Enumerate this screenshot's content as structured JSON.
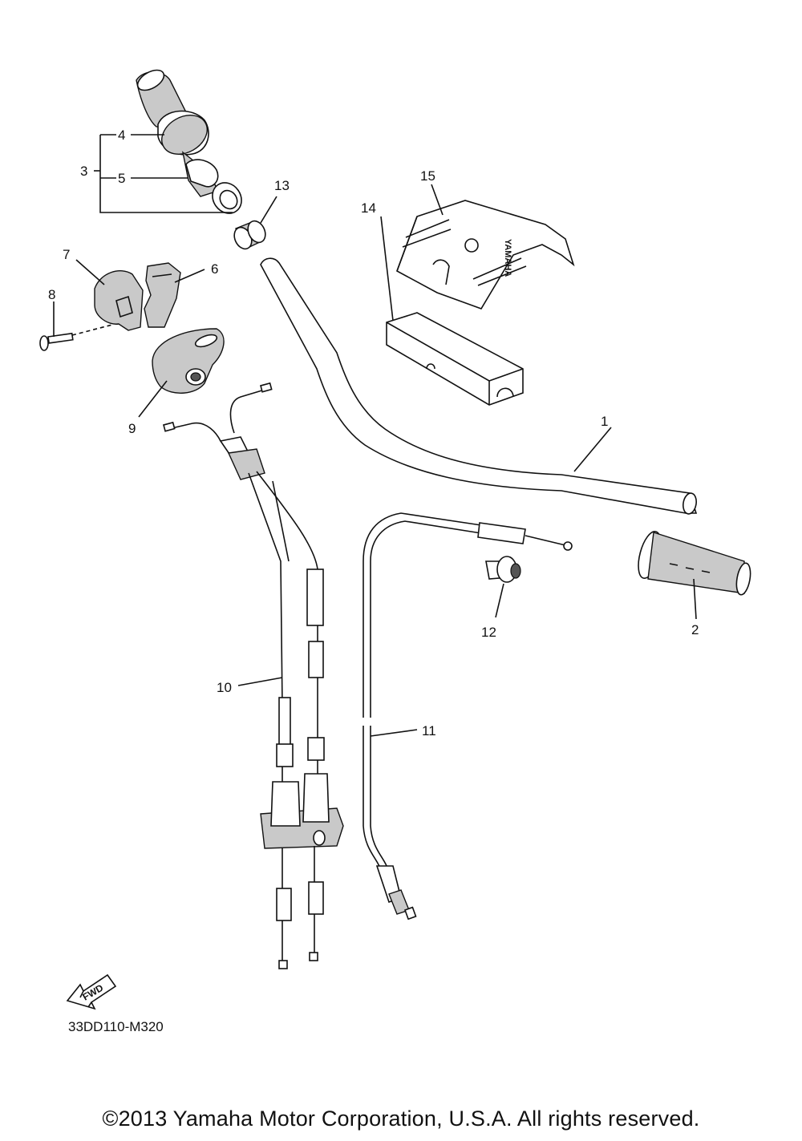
{
  "diagram": {
    "callouts": [
      "1",
      "2",
      "3",
      "4",
      "5",
      "6",
      "7",
      "8",
      "9",
      "10",
      "11",
      "12",
      "13",
      "14",
      "15"
    ],
    "fwd_label": "FWD",
    "drawing_code": "33DD110-M320",
    "copyright": "©2013 Yamaha Motor Corporation, U.S.A. All rights reserved.",
    "logo_text": "YAMAHA"
  }
}
